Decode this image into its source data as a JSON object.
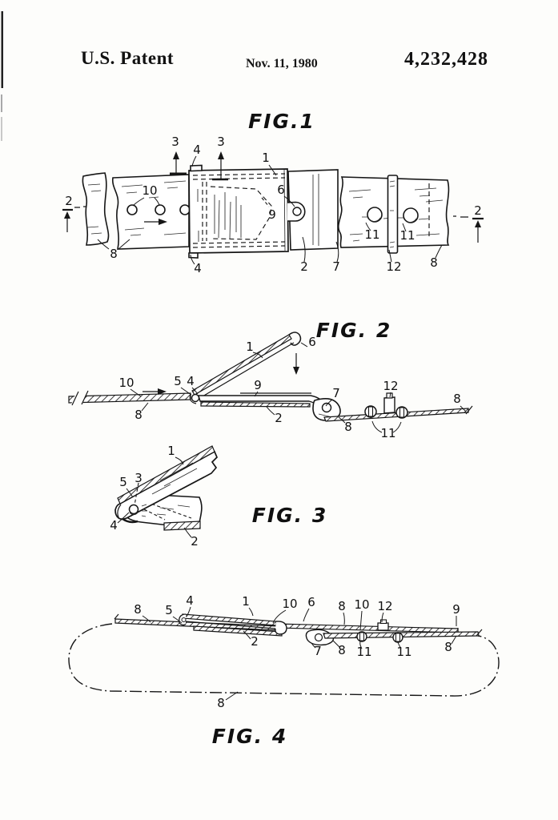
{
  "header": {
    "title": "U.S. Patent",
    "date": "Nov. 11, 1980",
    "patent_number": "4,232,428"
  },
  "figures": [
    {
      "title": "FIG.1",
      "refs": {
        "sec3_left": "3",
        "sec3_right": "3",
        "tab_top": "4",
        "cover": "1",
        "sec2_left": "2",
        "belt_holes": "10",
        "latch_tab": "6",
        "pocket": "9",
        "hole_right_1": "11",
        "hole_right_2": "11",
        "sec2_right": "2",
        "belt_left": "8",
        "tab_bottom": "4",
        "base_plate": "2",
        "belt_end": "7",
        "keeper": "12",
        "belt_right": "8"
      }
    },
    {
      "title": "FIG. 2",
      "refs": {
        "strap": "10",
        "belt_left": "8",
        "nose": "5",
        "hinge": "4",
        "cover": "1",
        "latch_tab": "6",
        "slide_plate": "9",
        "base_plate": "2",
        "loop_pin": "7",
        "keeper": "12",
        "belt_loop": "8",
        "studs": "11",
        "belt_right": "8"
      }
    },
    {
      "title": "FIG. 3",
      "refs": {
        "cover": "1",
        "nose": "5",
        "pivot": "3",
        "hinge_pin": "4",
        "base_plate": "2"
      }
    },
    {
      "title": "FIG. 4",
      "refs": {
        "belt_left": "8",
        "nose": "5",
        "hinge": "4",
        "cover": "1",
        "strap_a": "10",
        "latch_tab": "6",
        "belt_mid": "8",
        "strap_b": "10",
        "keeper": "12",
        "strap_end": "9",
        "base_plate": "2",
        "loop_pin": "7",
        "belt_under": "8",
        "stud_1": "11",
        "stud_2": "11",
        "belt_right": "8",
        "belt_loop": "8"
      }
    }
  ]
}
